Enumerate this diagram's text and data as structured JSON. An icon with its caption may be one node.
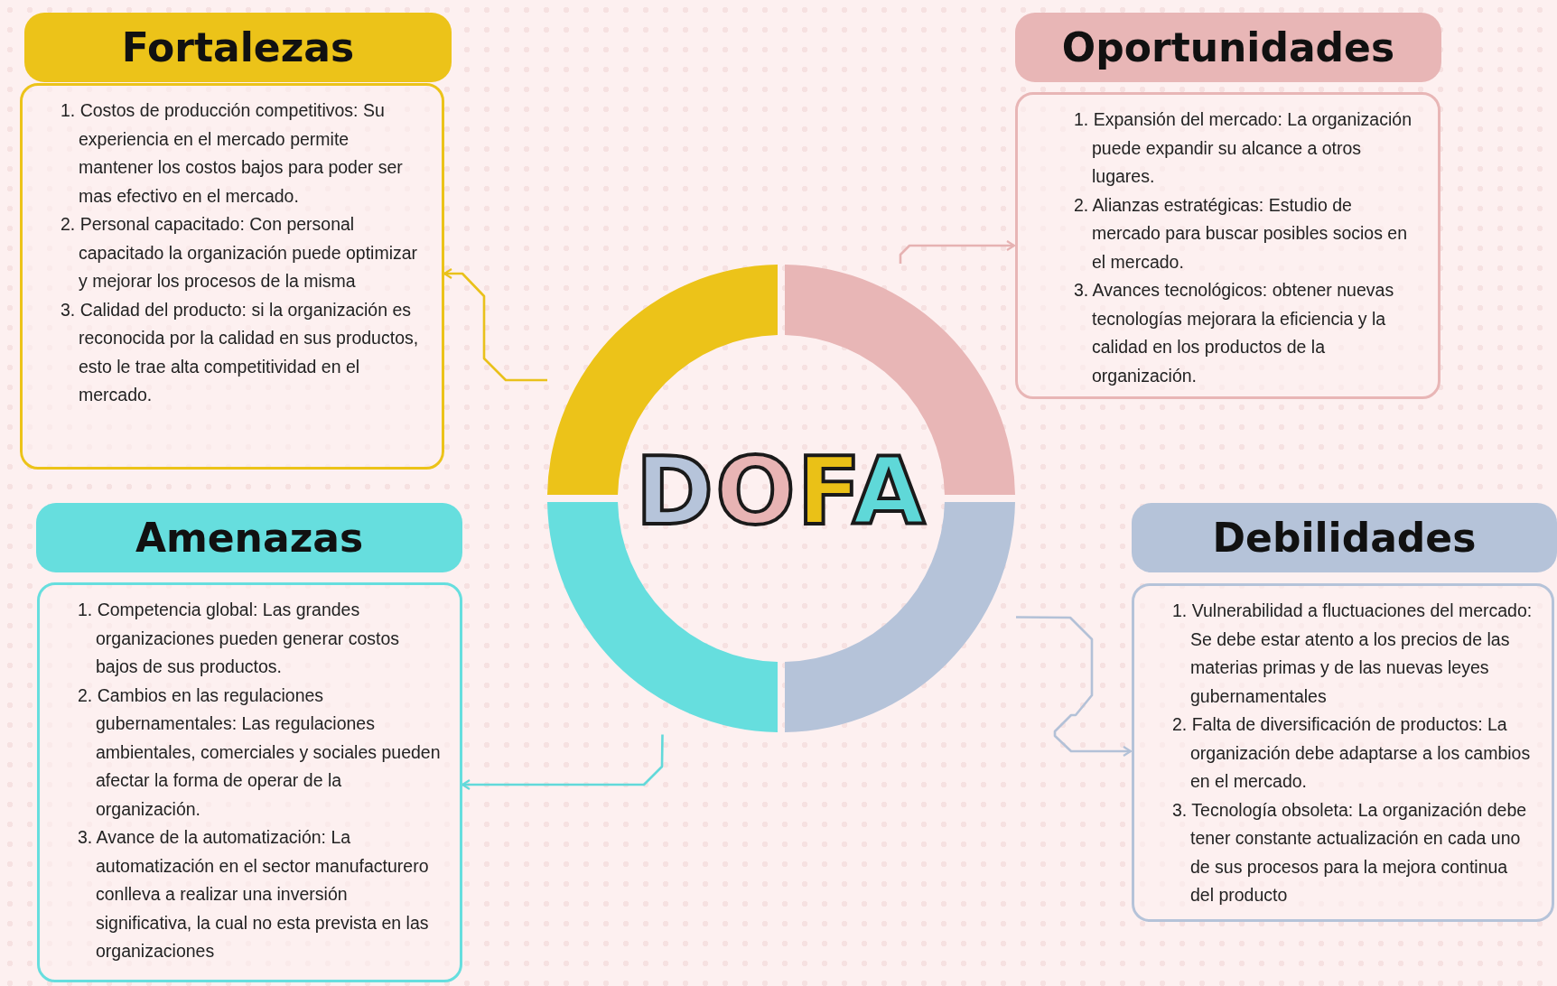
{
  "diagram": {
    "nodes": [
      {
        "text": [
          "Fortalezas"
        ]
      },
      {
        "text": [
          "1. Costos de producción competitivos: Su experiencia en el mercado permite mantener los costos bajos para poder ser mas efectivo en el mercado.",
          "2. Personal capacitado: Con personal capacitado la organización puede optimizar y mejorar los procesos de la misma",
          "3. Calidad del producto: si la organización es reconocida por la calidad en sus productos, esto le trae alta competitividad en el mercado."
        ]
      },
      {
        "text": [
          "Oportunidades"
        ]
      },
      {
        "text": [
          "1. Expansión del mercado: La organización puede expandir su alcance a otros lugares.",
          "2. Alianzas estratégicas: Estudio de mercado para buscar posibles socios en el mercado.",
          "3. Avances tecnológicos: obtener nuevas tecnologías mejorara la eficiencia y la calidad en los productos de la organización."
        ]
      },
      {
        "text": [],
        "shape": "arc"
      },
      {
        "text": [],
        "shape": "arc"
      },
      {
        "text": [],
        "shape": "arc"
      },
      {
        "text": [],
        "shape": "arc"
      },
      {
        "text": [
          "Amenazas"
        ]
      },
      {
        "text": [
          "1. Competencia global: Las grandes organizaciones pueden generar costos bajos de sus productos.",
          "2. Cambios en las regulaciones gubernamentales: Las regulaciones ambientales, comerciales y sociales pueden afectar la forma de operar de la organización.",
          "3. Avance de la automatización: La automatización en el sector manufacturero conlleva a realizar una inversión significativa, la cual no esta prevista en las organizaciones"
        ]
      },
      {
        "text": [
          "Debilidades"
        ]
      },
      {
        "text": [
          "1. Vulnerabilidad a fluctuaciones del mercado: Se debe estar atento a los precios de las materias primas y de las nuevas leyes gubernamentales",
          "2. Falta de diversificación de productos: La organización debe adaptarse a los cambios en el mercado.",
          "3. Tecnología obsoleta: La organización debe tener constante actualización en cada uno de sus procesos para la mejora continua del producto"
        ]
      }
    ],
    "edges": [
      {
        "from": 4,
        "to": 1,
        "arrow": "to",
        "color": "#e9c11b"
      },
      {
        "from": 5,
        "to": 3,
        "arrow": "to",
        "color": "#e6b2b2"
      },
      {
        "from": 6,
        "to": 9,
        "arrow": "to",
        "color": "#62d9da"
      },
      {
        "from": 7,
        "to": 11,
        "arrow": "to",
        "color": "#b3c1d7"
      }
    ],
    "labels": [
      "DOFA"
    ]
  }
}
